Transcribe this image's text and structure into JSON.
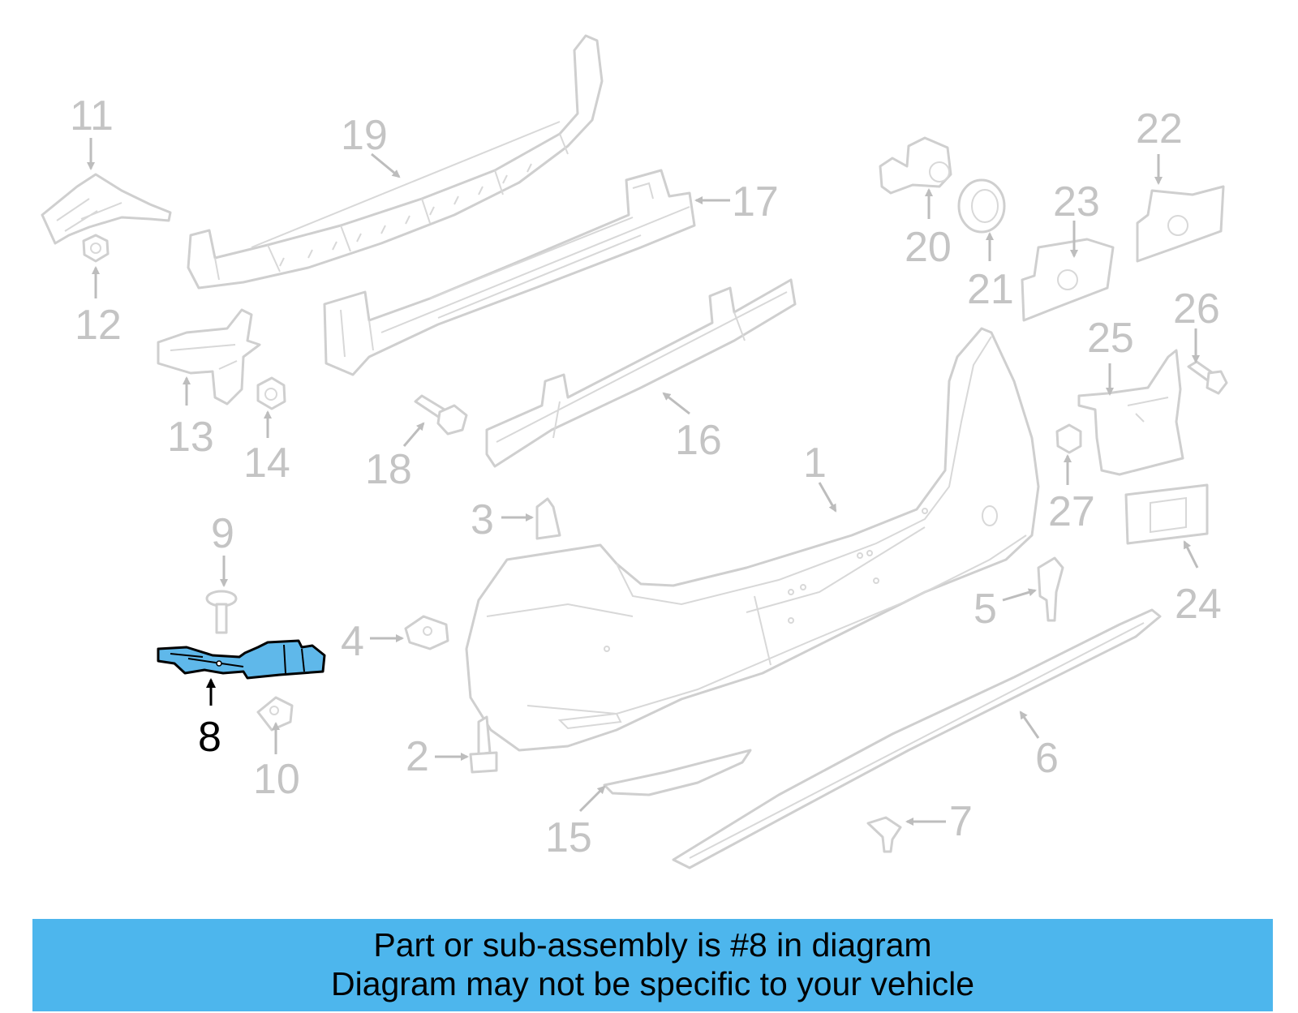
{
  "diagram": {
    "highlighted_part": "8",
    "highlight_color": "#5fb8ea",
    "callouts": [
      {
        "id": "c1",
        "label": "1"
      },
      {
        "id": "c2",
        "label": "2"
      },
      {
        "id": "c3",
        "label": "3"
      },
      {
        "id": "c4",
        "label": "4"
      },
      {
        "id": "c5",
        "label": "5"
      },
      {
        "id": "c6",
        "label": "6"
      },
      {
        "id": "c7",
        "label": "7"
      },
      {
        "id": "c8",
        "label": "8"
      },
      {
        "id": "c9",
        "label": "9"
      },
      {
        "id": "c10",
        "label": "10"
      },
      {
        "id": "c11",
        "label": "11"
      },
      {
        "id": "c12",
        "label": "12"
      },
      {
        "id": "c13",
        "label": "13"
      },
      {
        "id": "c14",
        "label": "14"
      },
      {
        "id": "c15",
        "label": "15"
      },
      {
        "id": "c16",
        "label": "16"
      },
      {
        "id": "c17",
        "label": "17"
      },
      {
        "id": "c18",
        "label": "18"
      },
      {
        "id": "c19",
        "label": "19"
      },
      {
        "id": "c20",
        "label": "20"
      },
      {
        "id": "c21",
        "label": "21"
      },
      {
        "id": "c22",
        "label": "22"
      },
      {
        "id": "c23",
        "label": "23"
      },
      {
        "id": "c24",
        "label": "24"
      },
      {
        "id": "c25",
        "label": "25"
      },
      {
        "id": "c26",
        "label": "26"
      },
      {
        "id": "c27",
        "label": "27"
      }
    ]
  },
  "banner": {
    "line1": "Part or sub-assembly is #8 in diagram",
    "line2": "Diagram may not be specific to your vehicle",
    "background": "#4db6ed"
  }
}
